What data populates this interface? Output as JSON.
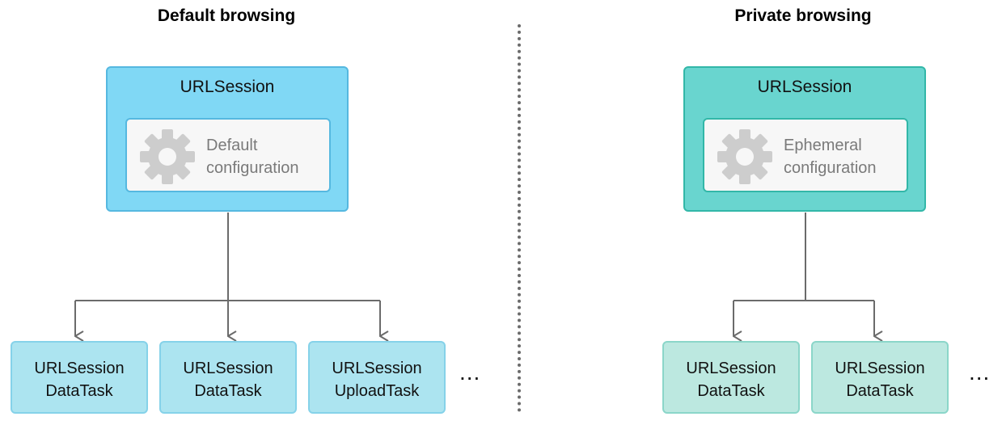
{
  "left": {
    "title": "Default browsing",
    "session_label": "URLSession",
    "config_line1": "Default",
    "config_line2": "configuration",
    "tasks": [
      {
        "line1": "URLSession",
        "line2": "DataTask"
      },
      {
        "line1": "URLSession",
        "line2": "DataTask"
      },
      {
        "line1": "URLSession",
        "line2": "UploadTask"
      }
    ],
    "ellipsis": "..."
  },
  "right": {
    "title": "Private browsing",
    "session_label": "URLSession",
    "config_line1": "Ephemeral",
    "config_line2": "configuration",
    "tasks": [
      {
        "line1": "URLSession",
        "line2": "DataTask"
      },
      {
        "line1": "URLSession",
        "line2": "DataTask"
      }
    ],
    "ellipsis": "..."
  },
  "colors": {
    "default_session_fill": "#80d8f5",
    "ephemeral_session_fill": "#69d5cf",
    "default_task_fill": "#ace4f0",
    "ephemeral_task_fill": "#bce8e0",
    "connector": "#6b6b6b"
  },
  "icons": {
    "config": "gear-icon"
  }
}
